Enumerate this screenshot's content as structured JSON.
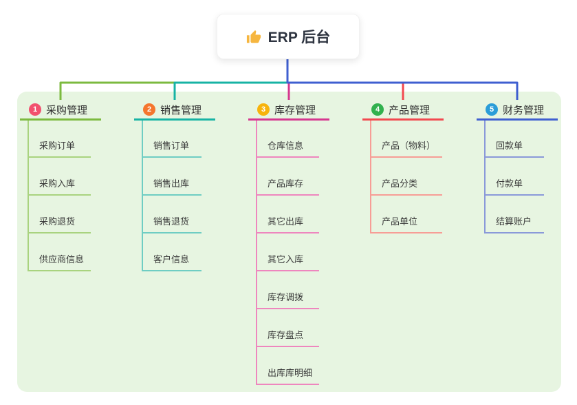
{
  "root": {
    "label": "ERP 后台",
    "icon": "thumbs-up"
  },
  "colors": {
    "panel_bg": "#e7f5e1",
    "root_connector": "#3f5fd0",
    "root_text": "#2e3440",
    "node_text": "#3a3a3a",
    "thumb_icon": "#f6b63f"
  },
  "branches": [
    {
      "num": "1",
      "title": "采购管理",
      "badge_color": "#f2506e",
      "line_color": "#7cba3f",
      "child_line_color": "#a9d37f",
      "children": [
        "采购订单",
        "采购入库",
        "采购退货",
        "供应商信息"
      ]
    },
    {
      "num": "2",
      "title": "销售管理",
      "badge_color": "#f5762e",
      "line_color": "#17b3a4",
      "child_line_color": "#6fcdc3",
      "children": [
        "销售订单",
        "销售出库",
        "销售退货",
        "客户信息"
      ]
    },
    {
      "num": "3",
      "title": "库存管理",
      "badge_color": "#f7b30c",
      "line_color": "#d6378f",
      "child_line_color": "#ee86be",
      "children": [
        "仓库信息",
        "产品库存",
        "其它出库",
        "其它入库",
        "库存调拨",
        "库存盘点",
        "出库库明细"
      ]
    },
    {
      "num": "4",
      "title": "产品管理",
      "badge_color": "#31b14e",
      "line_color": "#f2484f",
      "child_line_color": "#f79d96",
      "children": [
        "产品（物料）",
        "产品分类",
        "产品单位"
      ]
    },
    {
      "num": "5",
      "title": "财务管理",
      "badge_color": "#2a9dd8",
      "line_color": "#3f5fd0",
      "child_line_color": "#8a99d9",
      "children": [
        "回款单",
        "付款单",
        "结算账户"
      ]
    }
  ]
}
